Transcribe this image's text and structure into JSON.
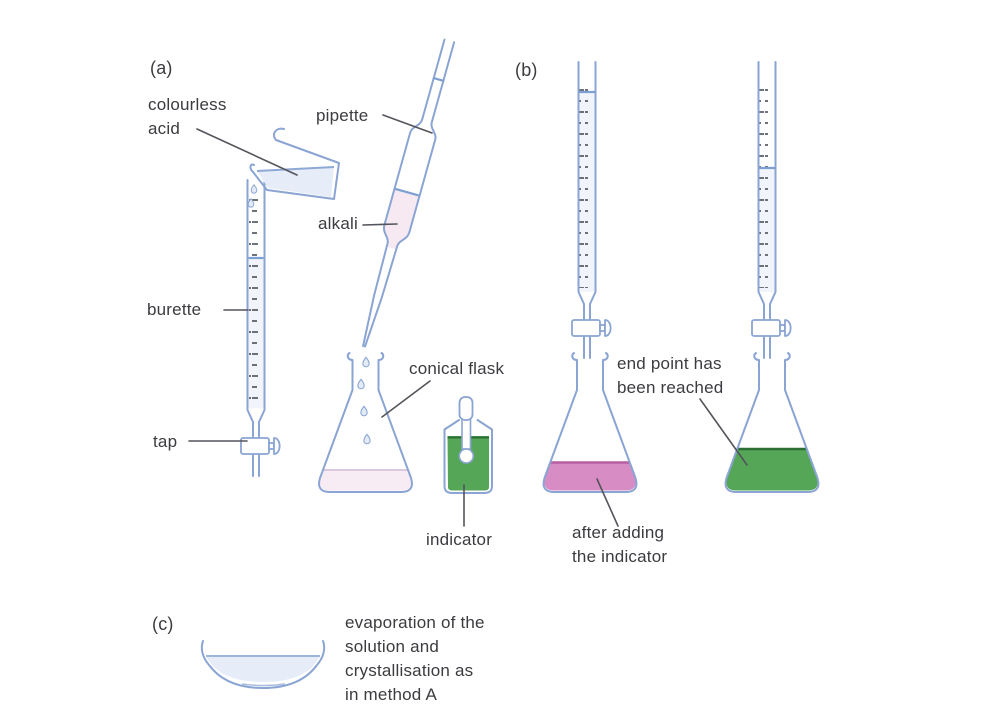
{
  "panels": {
    "a": {
      "tag": "(a)",
      "labels": {
        "colourless_acid": "colourless\nacid",
        "pipette": "pipette",
        "alkali": "alkali",
        "burette": "burette",
        "tap": "tap",
        "conical_flask": "conical flask",
        "indicator": "indicator"
      }
    },
    "b": {
      "tag": "(b)",
      "labels": {
        "end_point": "end point has\nbeen reached",
        "after_adding": "after adding\nthe indicator"
      }
    },
    "c": {
      "tag": "(c)",
      "labels": {
        "evaporation": "evaporation of the\nsolution and\ncrystallisation as\nin method A"
      }
    }
  },
  "colors": {
    "glass_outline": "#8aa4d3",
    "pale_blue_liquid": "#e6edf8",
    "pale_pink_liquid": "#f6e9f2",
    "pale_lavender_liquid": "#f7ecf4",
    "pink_indicator": "#d78cc3",
    "pink_edge": "#b85fa4",
    "green_indicator": "#55a657",
    "green_edge": "#2d6e35",
    "leader_line": "#54545c",
    "text": "#3b3b40"
  }
}
